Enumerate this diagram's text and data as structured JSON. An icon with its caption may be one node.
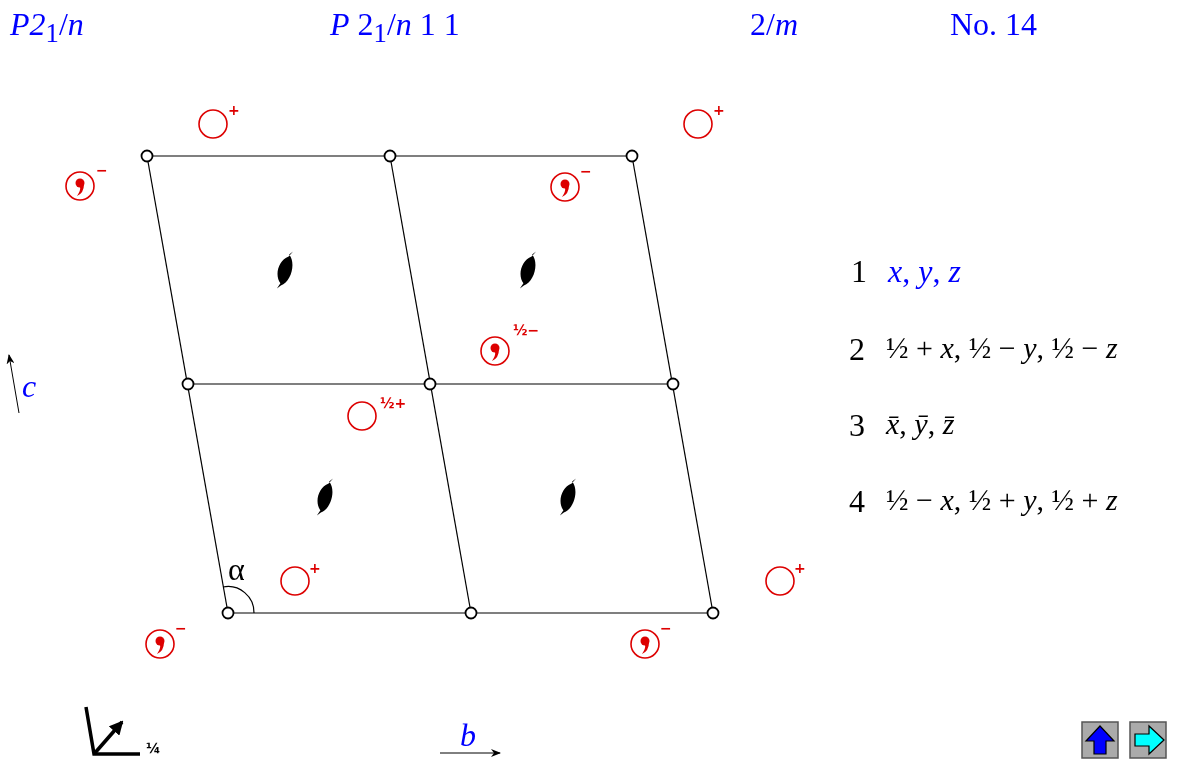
{
  "diagram": {
    "labels": [
      "*P2*$_{1}$/*n*",
      "*P* 2$_{1}$/*n* 1 1",
      "2/*m*",
      "No. 14",
      "+",
      "+",
      "−",
      "−",
      "1",
      "*x*, *y*, *z*",
      "½−",
      "2",
      "½ + *x*, ½ − *y*, ½ − *z*",
      "*c*",
      "½+",
      "3",
      "*x̄*, *ȳ*, *z̄*",
      "4",
      "½ − *x*, ½ + *y*, ½ + *z*",
      "α",
      "+",
      "+",
      "−",
      "−",
      "*b*",
      "¼"
    ]
  }
}
